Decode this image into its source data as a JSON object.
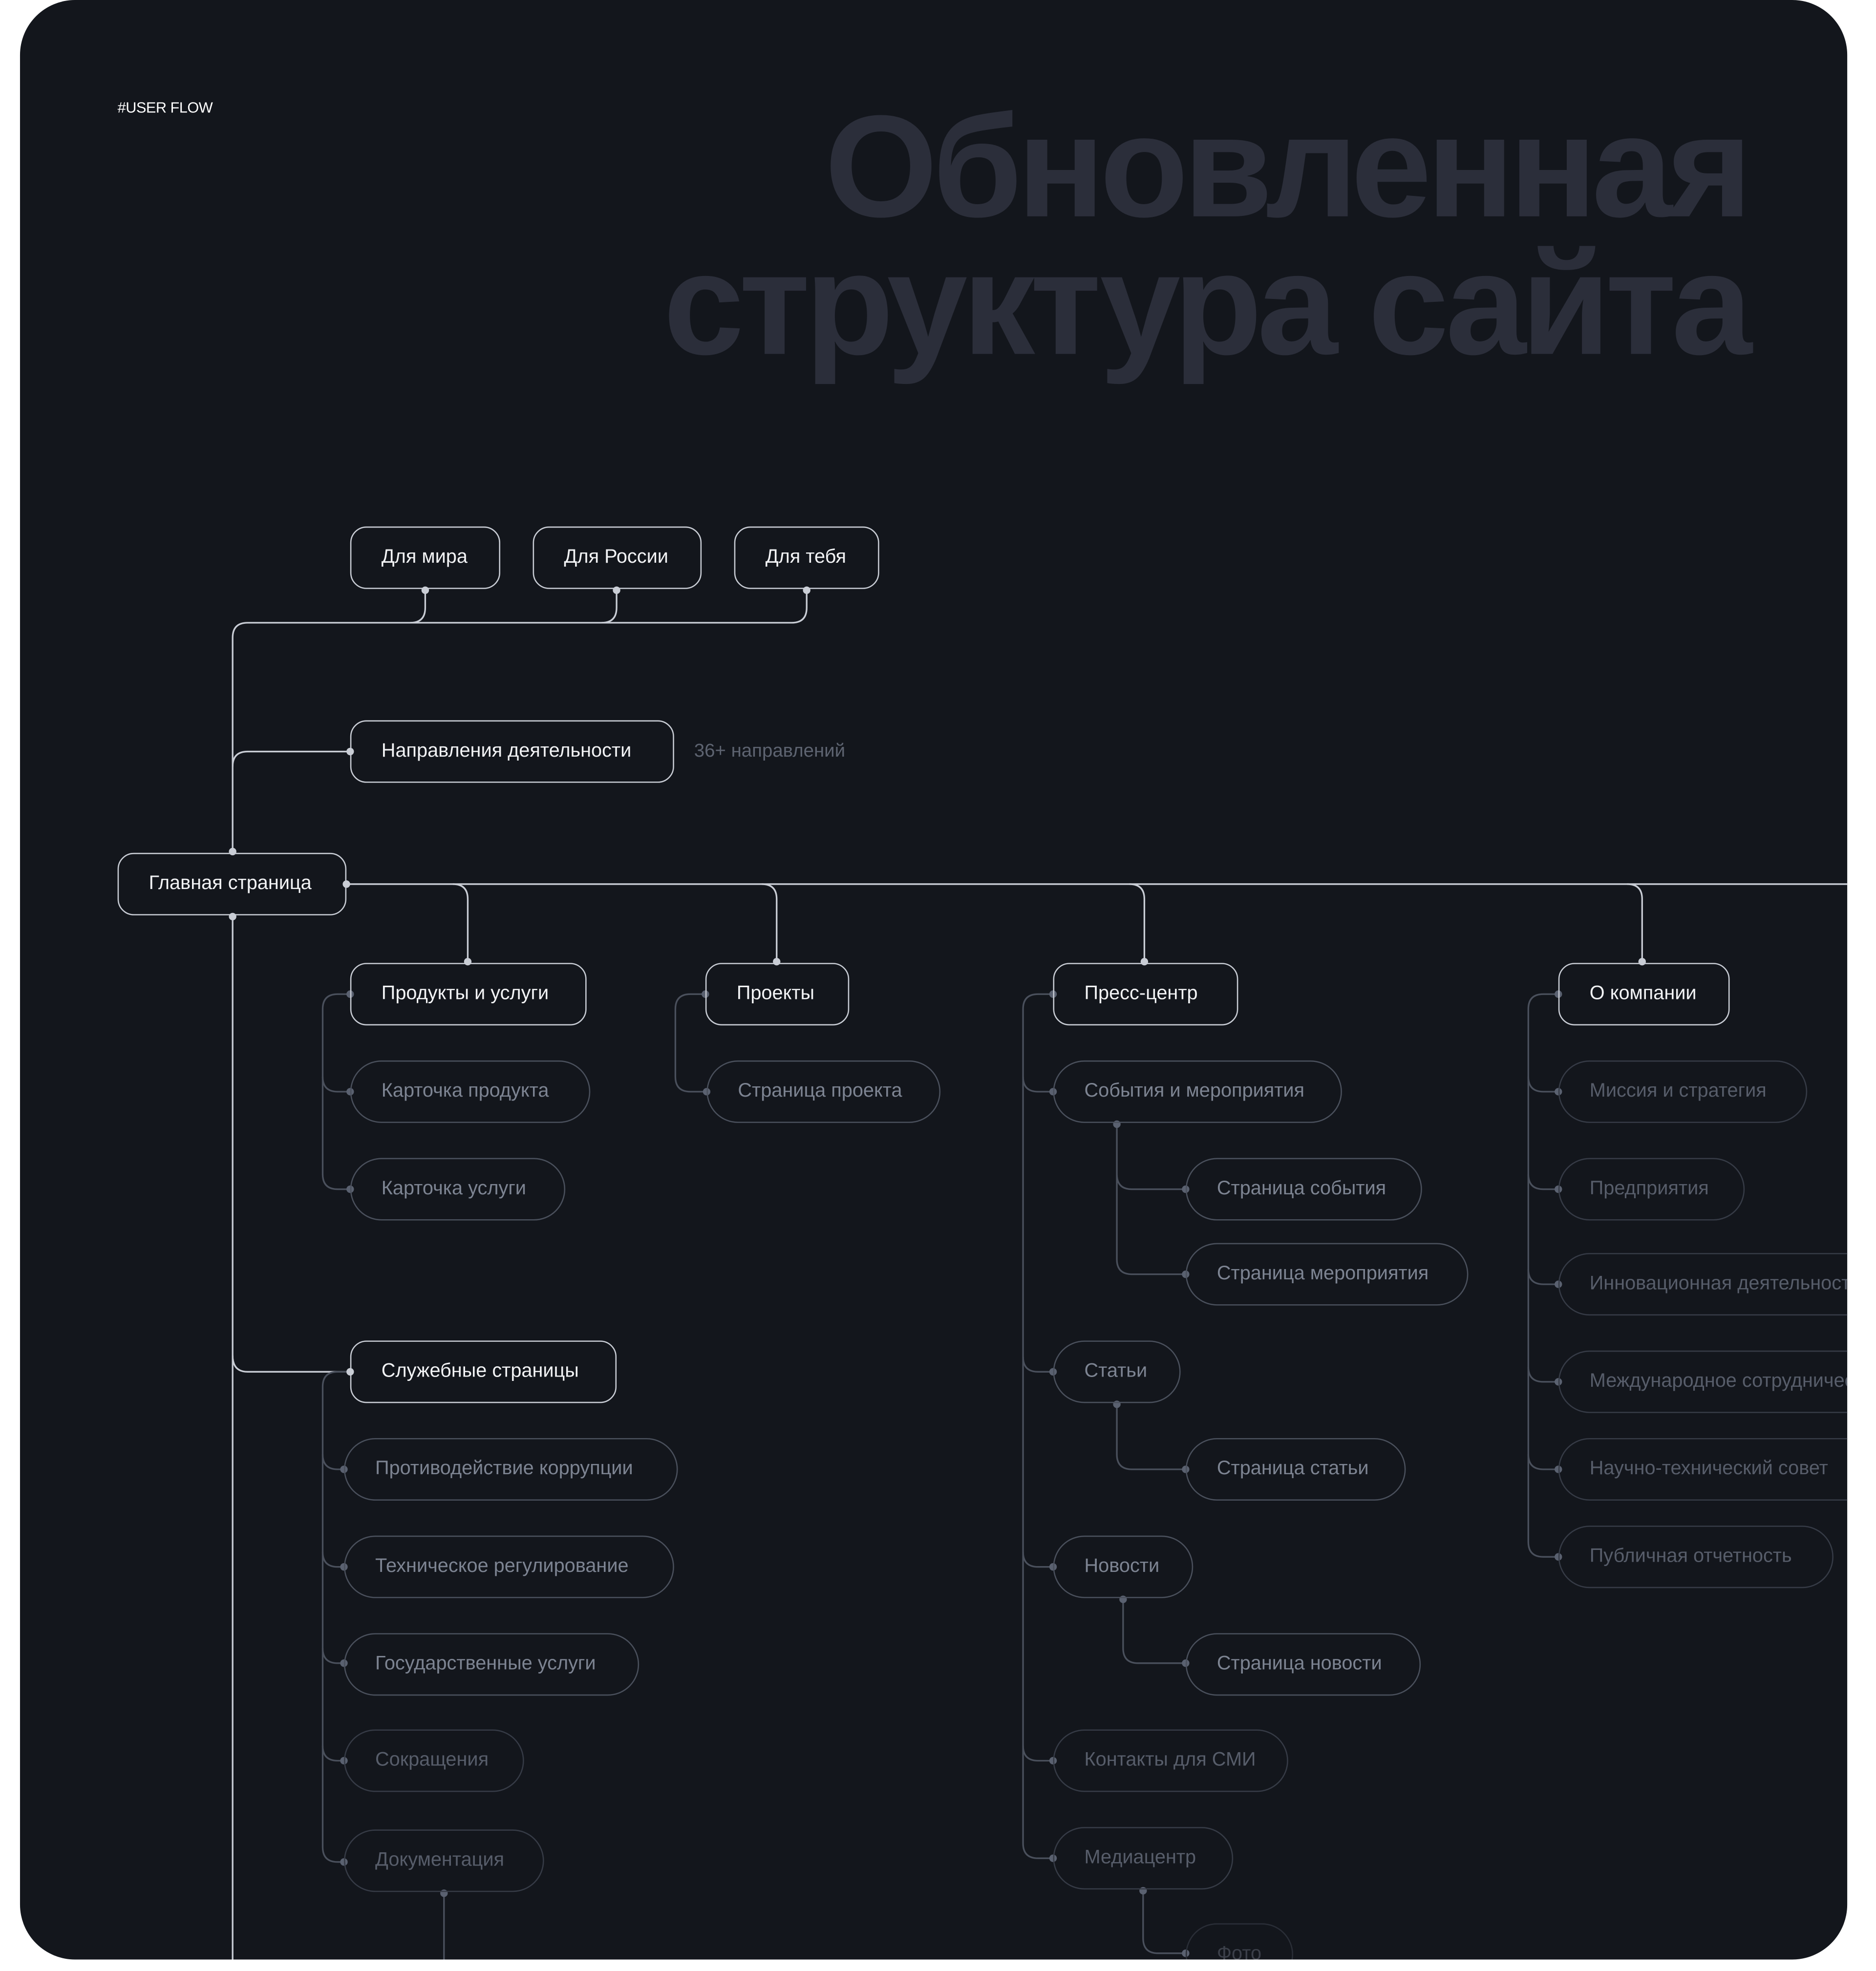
{
  "header": {
    "tag": "#USER FLOW",
    "title_line1": "Обновленная",
    "title_line2": "структура сайта"
  },
  "colors": {
    "background": "#13161c",
    "title": "#2b2e3a",
    "primary_border": "#c9cdd5",
    "secondary_border": "#4a505c"
  },
  "top": {
    "world": "Для мира",
    "russia": "Для России",
    "you": "Для тебя"
  },
  "directions": {
    "label": "Направления деятельности",
    "note": "36+ направлений"
  },
  "home": "Главная страница",
  "products": {
    "label": "Продукты и услуги",
    "items": [
      "Карточка продукта",
      "Карточка услуги"
    ]
  },
  "projects": {
    "label": "Проекты",
    "items": [
      "Страница проекта"
    ]
  },
  "press": {
    "label": "Пресс-центр",
    "events": "События и мероприятия",
    "event_page": "Страница события",
    "activity_page": "Страница мероприятия",
    "articles": "Статьи",
    "article_page": "Страница статьи",
    "news": "Новости",
    "news_page": "Страница новости",
    "contacts": "Контакты для СМИ",
    "media": "Медиацентр",
    "photo": "Фото"
  },
  "about": {
    "label": "О компании",
    "items": [
      "Миссия и стратегия",
      "Предприятия",
      "Инновационная деятельность",
      "Международное сотрудничество",
      "Научно-технический совет",
      "Публичная отчетность"
    ]
  },
  "service": {
    "label": "Служебные страницы",
    "items": [
      "Противодействие коррупции",
      "Техническое регулирование",
      "Государственные услуги",
      "Сокращения",
      "Документация"
    ]
  }
}
